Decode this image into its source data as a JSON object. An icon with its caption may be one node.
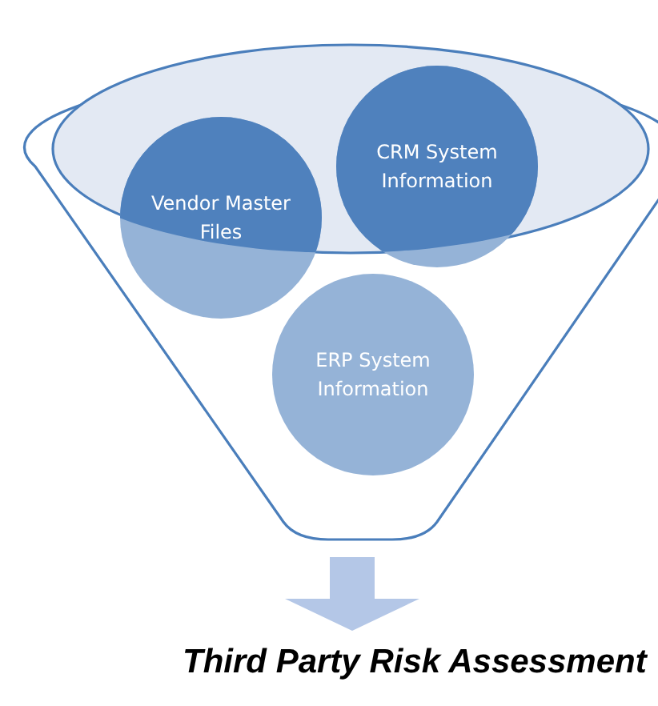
{
  "diagram": {
    "nodes": [
      {
        "text": [],
        "shape": "funnel"
      },
      {
        "text": [
          "Vendor Master Files"
        ],
        "in": 0
      },
      {
        "text": [
          "CRM System Information"
        ],
        "in": 0
      },
      {
        "text": [
          "ERP System Information"
        ],
        "in": 0
      },
      {
        "text": [
          "Third Party Risk Assessment"
        ]
      }
    ],
    "edges": [
      {
        "from": 0,
        "to": 4,
        "arrow": "to",
        "style": "thick"
      }
    ]
  }
}
